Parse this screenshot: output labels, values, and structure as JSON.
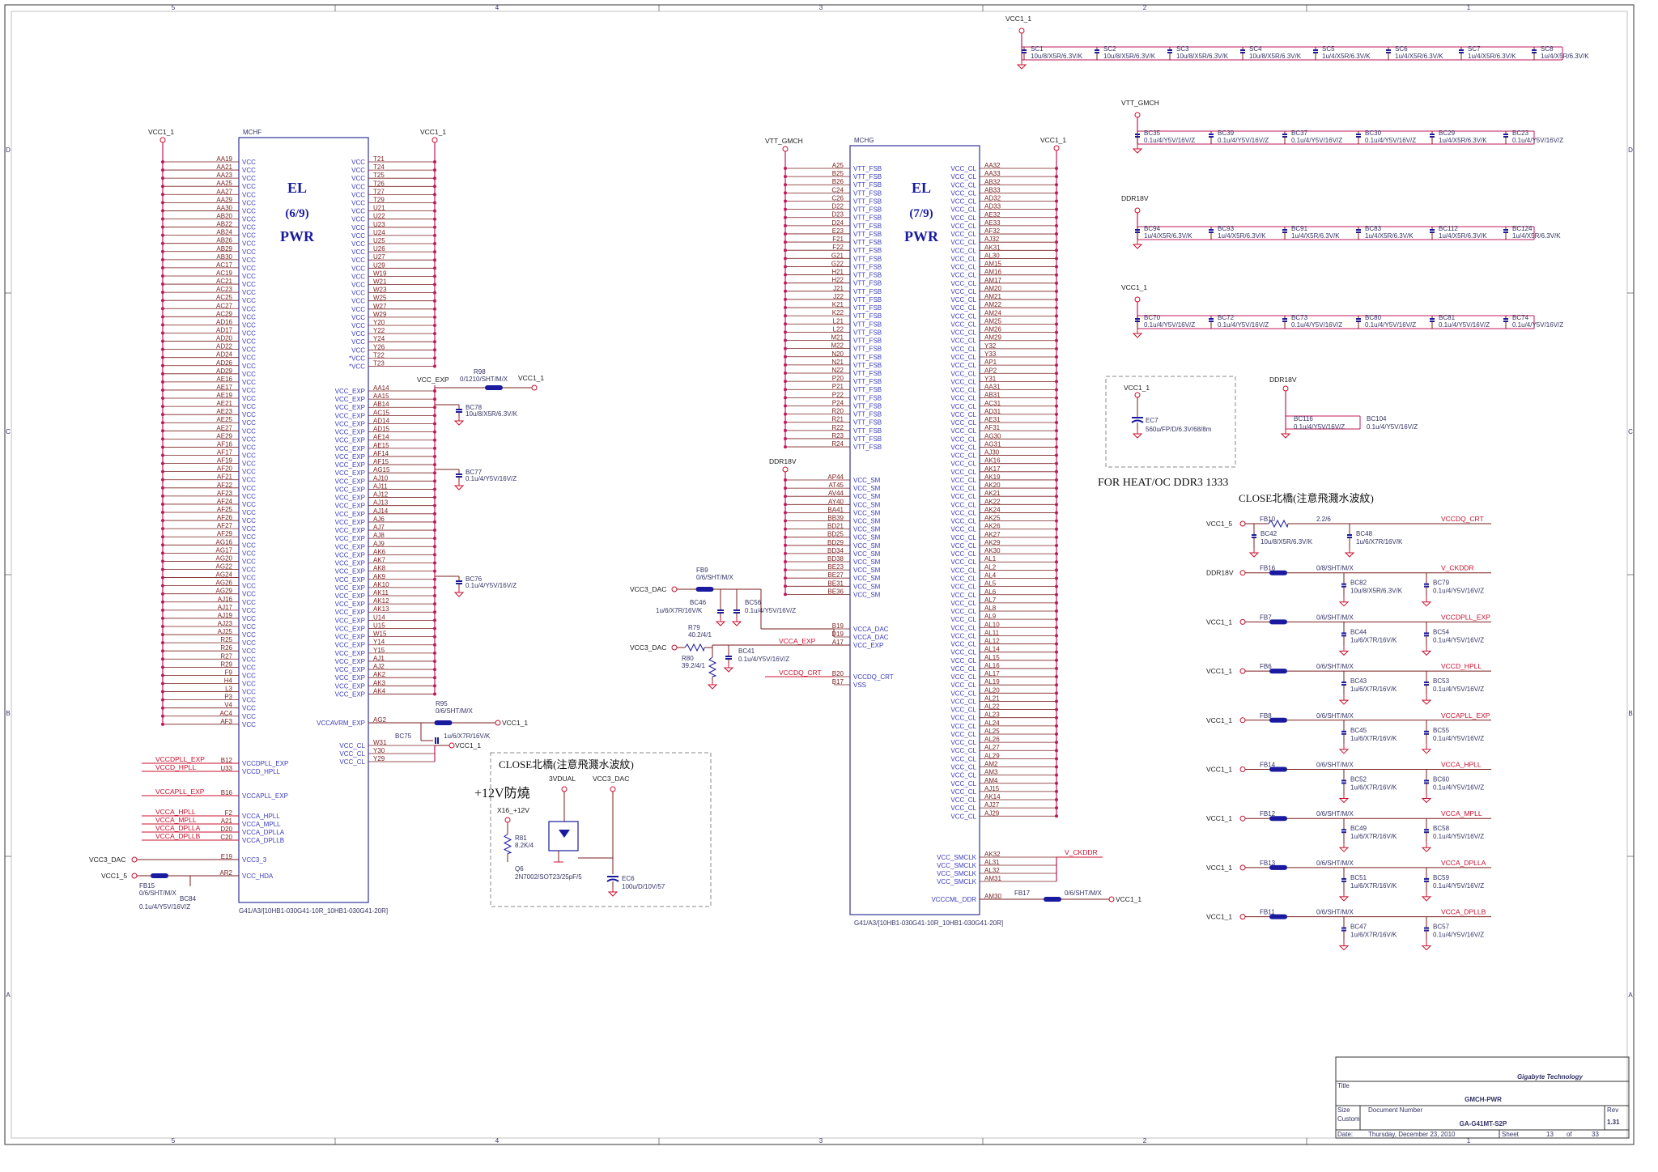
{
  "colors": {
    "wire": "#7a1f1f",
    "pin": "#c2185b",
    "pinText": "#3b3bbd",
    "red": "#c8102e",
    "frame": "#333333",
    "dash": "#888888",
    "title": "#1a1aa0",
    "company": "#1f3fbf"
  },
  "border": {
    "cols": [
      "5",
      "4",
      "3",
      "2",
      "1"
    ],
    "rows": [
      "D",
      "C",
      "B",
      "A"
    ]
  },
  "u1": {
    "ref": "MCHF",
    "title_lines": [
      "EL",
      "(6/9)",
      "PWR"
    ],
    "footer": "G41/A3/[10HB1-030G41-10R_10HB1-030G41-20R]",
    "rail_left": "VCC1_1",
    "rail_right": "VCC1_1",
    "left_pins": [
      "AA19",
      "AA21",
      "AA23",
      "AA25",
      "AA27",
      "AA29",
      "AA30",
      "AB20",
      "AB22",
      "AB24",
      "AB26",
      "AB29",
      "AB30",
      "AC17",
      "AC19",
      "AC21",
      "AC23",
      "AC25",
      "AC27",
      "AC29",
      "AD16",
      "AD17",
      "AD20",
      "AD22",
      "AD24",
      "AD26",
      "AD29",
      "AE16",
      "AE17",
      "AE19",
      "AE21",
      "AE23",
      "AE25",
      "AE27",
      "AE29",
      "AF16",
      "AF17",
      "AF19",
      "AF20",
      "AF21",
      "AF22",
      "AF23",
      "AF24",
      "AF25",
      "AF26",
      "AF27",
      "AF29",
      "AG16",
      "AG17",
      "AG20",
      "AG22",
      "AG24",
      "AG26",
      "AG29",
      "AJ16",
      "AJ17",
      "AJ19",
      "AJ23",
      "AJ25",
      "R25",
      "R26",
      "R27",
      "R29",
      "F9",
      "H4",
      "L3",
      "P3",
      "V4",
      "AC4",
      "AF3"
    ],
    "left_name": "VCC",
    "right_vcc_pins": [
      "T21",
      "T24",
      "T25",
      "T26",
      "T27",
      "T29",
      "U21",
      "U22",
      "U23",
      "U24",
      "U25",
      "U26",
      "U27",
      "U29",
      "W19",
      "W21",
      "W23",
      "W25",
      "W27",
      "W29",
      "Y20",
      "Y22",
      "Y24",
      "Y26",
      "T22",
      "T23"
    ],
    "right_vcc_names": [
      "VCC",
      "VCC",
      "VCC",
      "VCC",
      "VCC",
      "VCC",
      "VCC",
      "VCC",
      "VCC",
      "VCC",
      "VCC",
      "VCC",
      "VCC",
      "VCC",
      "VCC",
      "VCC",
      "VCC",
      "VCC",
      "VCC",
      "VCC",
      "VCC",
      "VCC",
      "VCC",
      "VCC",
      "*VCC",
      "*VCC"
    ],
    "exp_pins": [
      "AA14",
      "AA15",
      "AB14",
      "AC15",
      "AD14",
      "AD15",
      "AE14",
      "AE15",
      "AF14",
      "AF15",
      "AG15",
      "AJ10",
      "AJ11",
      "AJ12",
      "AJ13",
      "AJ14",
      "AJ6",
      "AJ7",
      "AJ8",
      "AJ9",
      "AK6",
      "AK7",
      "AK8",
      "AK9",
      "AK10",
      "AK11",
      "AK12",
      "AK13",
      "U14",
      "U15",
      "W15",
      "Y14",
      "Y15",
      "AJ1",
      "AJ2",
      "AK2",
      "AK3",
      "AK4"
    ],
    "exp_name": "VCC_EXP",
    "vccavrm_pin": "AG2",
    "vccavrm_name": "VCCAVRM_EXP",
    "vcccl_pins": [
      "W31",
      "Y30",
      "Y29"
    ],
    "vcccl_name": "VCC_CL",
    "bottom_pins": [
      {
        "pin": "B12",
        "name": "VCCDPLL_EXP",
        "net": "VCCDPLL_EXP"
      },
      {
        "pin": "U33",
        "name": "VCCD_HPLL",
        "net": "VCCD_HPLL"
      },
      {
        "pin": "B16",
        "name": "VCCAPLL_EXP",
        "net": "VCCAPLL_EXP"
      },
      {
        "pin": "F2",
        "name": "VCCA_HPLL",
        "net": "VCCA_HPLL"
      },
      {
        "pin": "A21",
        "name": "VCCA_MPLL",
        "net": "VCCA_MPLL"
      },
      {
        "pin": "D20",
        "name": "VCCA_DPLLA",
        "net": "VCCA_DPLLA"
      },
      {
        "pin": "C20",
        "name": "VCCA_DPLLB",
        "net": "VCCA_DPLLB"
      },
      {
        "pin": "E19",
        "name": "VCC3_3",
        "net": "VCC3_DAC"
      },
      {
        "pin": "AR2",
        "name": "VCC_HDA",
        "net": "VCC1_5"
      }
    ]
  },
  "u1_parts": {
    "r98": {
      "ref": "R98",
      "val": "0/1210/SHT/M/X",
      "net_l": "VCC_EXP",
      "net_r": "VCC1_1"
    },
    "bc78": {
      "ref": "BC78",
      "val": "10u/8/X5R/6.3V/K"
    },
    "bc77": {
      "ref": "BC77",
      "val": "0.1u/4/Y5V/16V/Z"
    },
    "bc76": {
      "ref": "BC76",
      "val": "0.1u/4/Y5V/16V/Z"
    },
    "r95": {
      "ref": "R95",
      "val": "0/6/SHT/M/X",
      "net": "VCC1_1"
    },
    "bc75": {
      "ref": "BC75",
      "val": "1u/6/X7R/16V/K",
      "net": "VCC1_1"
    },
    "fb15": {
      "ref": "FB15",
      "val": "0/6/SHT/M/X"
    },
    "bc84": {
      "ref": "BC84",
      "val": "0.1u/4/Y5V/16V/Z"
    }
  },
  "u2": {
    "ref": "MCHG",
    "title_lines": [
      "EL",
      "(7/9)",
      "PWR"
    ],
    "footer": "G41/A3/[10HB1-030G41-10R_10HB1-030G41-20R]",
    "rail_fsb": "VTT_GMCH",
    "rail_sm": "DDR18V",
    "rail_cl": "VCC1_1",
    "fsb_pins": [
      "A25",
      "B25",
      "B26",
      "C24",
      "C26",
      "D22",
      "D23",
      "D24",
      "E23",
      "F21",
      "F22",
      "G21",
      "G22",
      "H21",
      "H22",
      "J21",
      "J22",
      "K21",
      "K22",
      "L21",
      "L22",
      "M21",
      "M22",
      "N20",
      "N21",
      "N22",
      "P20",
      "P21",
      "P22",
      "P24",
      "R20",
      "R21",
      "R22",
      "R23",
      "R24"
    ],
    "fsb_name": "VTT_FSB",
    "sm_pins": [
      "AP44",
      "AT45",
      "AV44",
      "AY40",
      "BA41",
      "BB39",
      "BD21",
      "BD25",
      "BD29",
      "BD34",
      "BD38",
      "BE23",
      "BE27",
      "BE31",
      "BE36"
    ],
    "sm_name": "VCC_SM",
    "dac_pins": [
      {
        "pin": "B19",
        "name": "VCCA_DAC"
      },
      {
        "pin": "D19",
        "name": "VCCA_DAC"
      },
      {
        "pin": "A17",
        "name": "VCC_EXP"
      },
      {
        "pin": "B20",
        "name": "VCCDQ_CRT"
      },
      {
        "pin": "B17",
        "name": "VSS"
      }
    ],
    "cl_pins": [
      "AA32",
      "AA33",
      "AB32",
      "AB33",
      "AD32",
      "AD33",
      "AE32",
      "AE33",
      "AF32",
      "AJ32",
      "AK31",
      "AL30",
      "AM15",
      "AM16",
      "AM17",
      "AM20",
      "AM21",
      "AM22",
      "AM24",
      "AM25",
      "AM26",
      "AM29",
      "Y32",
      "Y33",
      "AP1",
      "AP2",
      "Y31",
      "AA31",
      "AB31",
      "AC31",
      "AD31",
      "AE31",
      "AF31",
      "AG30",
      "AG31",
      "AJ30",
      "AK16",
      "AK17",
      "AK19",
      "AK20",
      "AK21",
      "AK22",
      "AK24",
      "AK25",
      "AK26",
      "AK27",
      "AK29",
      "AK30",
      "AL1",
      "AL2",
      "AL4",
      "AL5",
      "AL6",
      "AL7",
      "AL8",
      "AL9",
      "AL10",
      "AL11",
      "AL12",
      "AL14",
      "AL15",
      "AL16",
      "AL17",
      "AL19",
      "AL20",
      "AL21",
      "AL22",
      "AL23",
      "AL24",
      "AL25",
      "AL26",
      "AL27",
      "AL29",
      "AM2",
      "AM3",
      "AM4",
      "AJ15",
      "AK14",
      "AJ27",
      "AJ29"
    ],
    "cl_name": "VCC_CL",
    "smclk_pins": [
      "AK32",
      "AL31",
      "AL32",
      "AM31"
    ],
    "smclk_name": "VCC_SMCLK",
    "smclk_net": "V_CKDDR",
    "ddr_pin": "AM30",
    "ddr_name": "VCCCML_DDR"
  },
  "u2_parts": {
    "fb9": {
      "ref": "FB9",
      "val": "0/6/SHT/M/X",
      "net": "VCC3_DAC"
    },
    "bc46": {
      "ref": "BC46",
      "val": "1u/6/X7R/16V/K"
    },
    "bc56": {
      "ref": "BC56",
      "val": "0.1u/4/Y5V/16V/Z"
    },
    "r79": {
      "ref": "R79",
      "val": "40.2/4/1",
      "net": "VCC3_DAC"
    },
    "r80": {
      "ref": "R80",
      "val": "39.2/4/1"
    },
    "bc41": {
      "ref": "BC41",
      "val": "0.1u/4/Y5V/16V/Z"
    },
    "net_vcca_exp": "VCCA_EXP",
    "net_vccdq_crt": "VCCDQ_CRT",
    "fb17": {
      "ref": "FB17",
      "val": "0/6/SHT/M/X",
      "net": "VCC1_1"
    }
  },
  "protect": {
    "title": "CLOSE北橋(注意飛濺水波紋)",
    "heading": "+12V防燒",
    "net_3vdual": "3VDUAL",
    "net_vcc3dac": "VCC3_DAC",
    "net_x16": "X16_+12V",
    "r81": {
      "ref": "R81",
      "val": "8.2K/4"
    },
    "q6": {
      "ref": "Q6",
      "val": "2N7002/SOT23/25pF/5"
    },
    "ec6": {
      "ref": "EC6",
      "val": "100u/D/10V/57"
    }
  },
  "top_banks": [
    {
      "rail": "VCC1_1",
      "caps": [
        {
          "ref": "SC1",
          "val": "10u/8/X5R/6.3V/K"
        },
        {
          "ref": "SC2",
          "val": "10u/8/X5R/6.3V/K"
        },
        {
          "ref": "SC3",
          "val": "10u/8/X5R/6.3V/K"
        },
        {
          "ref": "SC4",
          "val": "10u/8/X5R/6.3V/K"
        },
        {
          "ref": "SC5",
          "val": "1u/4/X5R/6.3V/K"
        },
        {
          "ref": "SC6",
          "val": "1u/4/X5R/6.3V/K"
        },
        {
          "ref": "SC7",
          "val": "1u/4/X5R/6.3V/K"
        },
        {
          "ref": "SC8",
          "val": "1u/4/X5R/6.3V/K"
        }
      ]
    },
    {
      "rail": "VTT_GMCH",
      "caps": [
        {
          "ref": "BC35",
          "val": "0.1u/4/Y5V/16V/Z"
        },
        {
          "ref": "BC39",
          "val": "0.1u/4/Y5V/16V/Z"
        },
        {
          "ref": "BC37",
          "val": "0.1u/4/Y5V/16V/Z"
        },
        {
          "ref": "BC30",
          "val": "0.1u/4/Y5V/16V/Z"
        },
        {
          "ref": "BC29",
          "val": "1u/4/X5R/6.3V/K"
        },
        {
          "ref": "BC23",
          "val": "0.1u/4/Y5V/16V/Z"
        }
      ]
    },
    {
      "rail": "DDR18V",
      "caps": [
        {
          "ref": "BC94",
          "val": "1u/4/X5R/6.3V/K"
        },
        {
          "ref": "BC93",
          "val": "1u/4/X5R/6.3V/K"
        },
        {
          "ref": "BC91",
          "val": "1u/4/X5R/6.3V/K"
        },
        {
          "ref": "BC83",
          "val": "1u/4/X5R/6.3V/K"
        },
        {
          "ref": "BC112",
          "val": "1u/4/X5R/6.3V/K"
        },
        {
          "ref": "BC124",
          "val": "1u/4/X5R/6.3V/K"
        }
      ]
    },
    {
      "rail": "VCC1_1",
      "caps": [
        {
          "ref": "BC70",
          "val": "0.1u/4/Y5V/16V/Z"
        },
        {
          "ref": "BC72",
          "val": "0.1u/4/Y5V/16V/Z"
        },
        {
          "ref": "BC73",
          "val": "0.1u/4/Y5V/16V/Z"
        },
        {
          "ref": "BC80",
          "val": "0.1u/4/Y5V/16V/Z"
        },
        {
          "ref": "BC81",
          "val": "0.1u/4/Y5V/16V/Z"
        },
        {
          "ref": "BC74",
          "val": "0.1u/4/Y5V/16V/Z"
        }
      ]
    }
  ],
  "ec7": {
    "rail": "VCC1_1",
    "ref": "EC7",
    "val": "560u/FP/D/6.3V/68/8m",
    "note": "FOR HEAT/OC DDR3 1333"
  },
  "ddr_pair": {
    "rail": "DDR18V",
    "caps": [
      {
        "ref": "BC116",
        "val": "0.1u/4/Y5V/16V/Z"
      },
      {
        "ref": "BC104",
        "val": "0.1u/4/Y5V/16V/Z"
      }
    ]
  },
  "filters_title": "CLOSE北橋(注意飛濺水波紋)",
  "filters": [
    {
      "src": "VCC1_5",
      "fb": "FB10",
      "fbval": "2.2/6",
      "out": "VCCDQ_CRT",
      "c1": {
        "ref": "BC42",
        "val": "10u/8/X5R/6.3V/K"
      },
      "c2": {
        "ref": "BC48",
        "val": "1u/6/X7R/16V/K"
      },
      "resistor": true
    },
    {
      "src": "DDR18V",
      "fb": "FB16",
      "fbval": "0/8/SHT/M/X",
      "out": "V_CKDDR",
      "c1": {
        "ref": "BC82",
        "val": "10u/8/X5R/6.3V/K"
      },
      "c2": {
        "ref": "BC79",
        "val": "0.1u/4/Y5V/16V/Z"
      }
    },
    {
      "src": "VCC1_1",
      "fb": "FB7",
      "fbval": "0/6/SHT/M/X",
      "out": "VCCDPLL_EXP",
      "c1": {
        "ref": "BC44",
        "val": "1u/6/X7R/16V/K"
      },
      "c2": {
        "ref": "BC54",
        "val": "0.1u/4/Y5V/16V/Z"
      }
    },
    {
      "src": "VCC1_1",
      "fb": "FB6",
      "fbval": "0/6/SHT/M/X",
      "out": "VCCD_HPLL",
      "c1": {
        "ref": "BC43",
        "val": "1u/6/X7R/16V/K"
      },
      "c2": {
        "ref": "BC53",
        "val": "0.1u/4/Y5V/16V/Z"
      }
    },
    {
      "src": "VCC1_1",
      "fb": "FB8",
      "fbval": "0/6/SHT/M/X",
      "out": "VCCAPLL_EXP",
      "c1": {
        "ref": "BC45",
        "val": "1u/6/X7R/16V/K"
      },
      "c2": {
        "ref": "BC55",
        "val": "0.1u/4/Y5V/16V/Z"
      }
    },
    {
      "src": "VCC1_1",
      "fb": "FB14",
      "fbval": "0/6/SHT/M/X",
      "out": "VCCA_HPLL",
      "c1": {
        "ref": "BC52",
        "val": "1u/6/X7R/16V/K"
      },
      "c2": {
        "ref": "BC60",
        "val": "0.1u/4/Y5V/16V/Z"
      }
    },
    {
      "src": "VCC1_1",
      "fb": "FB12",
      "fbval": "0/6/SHT/M/X",
      "out": "VCCA_MPLL",
      "c1": {
        "ref": "BC49",
        "val": "1u/6/X7R/16V/K"
      },
      "c2": {
        "ref": "BC58",
        "val": "0.1u/4/Y5V/16V/Z"
      }
    },
    {
      "src": "VCC1_1",
      "fb": "FB13",
      "fbval": "0/6/SHT/M/X",
      "out": "VCCA_DPLLA",
      "c1": {
        "ref": "BC51",
        "val": "1u/6/X7R/16V/K"
      },
      "c2": {
        "ref": "BC59",
        "val": "0.1u/4/Y5V/16V/Z"
      }
    },
    {
      "src": "VCC1_1",
      "fb": "FB11",
      "fbval": "0/6/SHT/M/X",
      "out": "VCCA_DPLLB",
      "c1": {
        "ref": "BC47",
        "val": "1u/6/X7R/16V/K"
      },
      "c2": {
        "ref": "BC57",
        "val": "0.1u/4/Y5V/16V/Z"
      }
    }
  ],
  "titleblock": {
    "company": "Gigabyte Technology",
    "title_label": "Title",
    "title": "GMCH-PWR",
    "size_label": "Size",
    "size": "Custom",
    "docnum_label": "Document Number",
    "docnum": "GA-G41MT-S2P",
    "rev_label": "Rev",
    "rev": "1.31",
    "date_label": "Date:",
    "date": "Thursday, December 23, 2010",
    "sheet_label": "Sheet",
    "sheet": "13",
    "of_label": "of",
    "total": "33"
  }
}
